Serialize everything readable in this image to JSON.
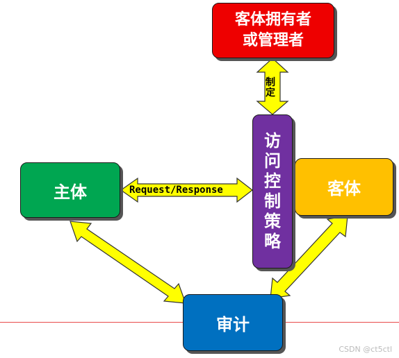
{
  "nodes": {
    "owner": {
      "line1": "客体拥有者",
      "line2": "或管理者",
      "color": "#ee0000"
    },
    "subject": {
      "label": "主体",
      "color": "#00a651"
    },
    "object": {
      "label": "客体",
      "color": "#ffc000"
    },
    "audit": {
      "label": "审计",
      "color": "#0070c0"
    },
    "policy": {
      "chars": [
        "访",
        "问",
        "控",
        "制",
        "策",
        "略"
      ],
      "color": "#7030a0"
    }
  },
  "edges": {
    "request_response": "Request/Response",
    "make": "制定",
    "arrow_color": "#ffff00"
  },
  "watermark": "CSDN @ct5ctl",
  "guide_line_color": "#e84a4a"
}
